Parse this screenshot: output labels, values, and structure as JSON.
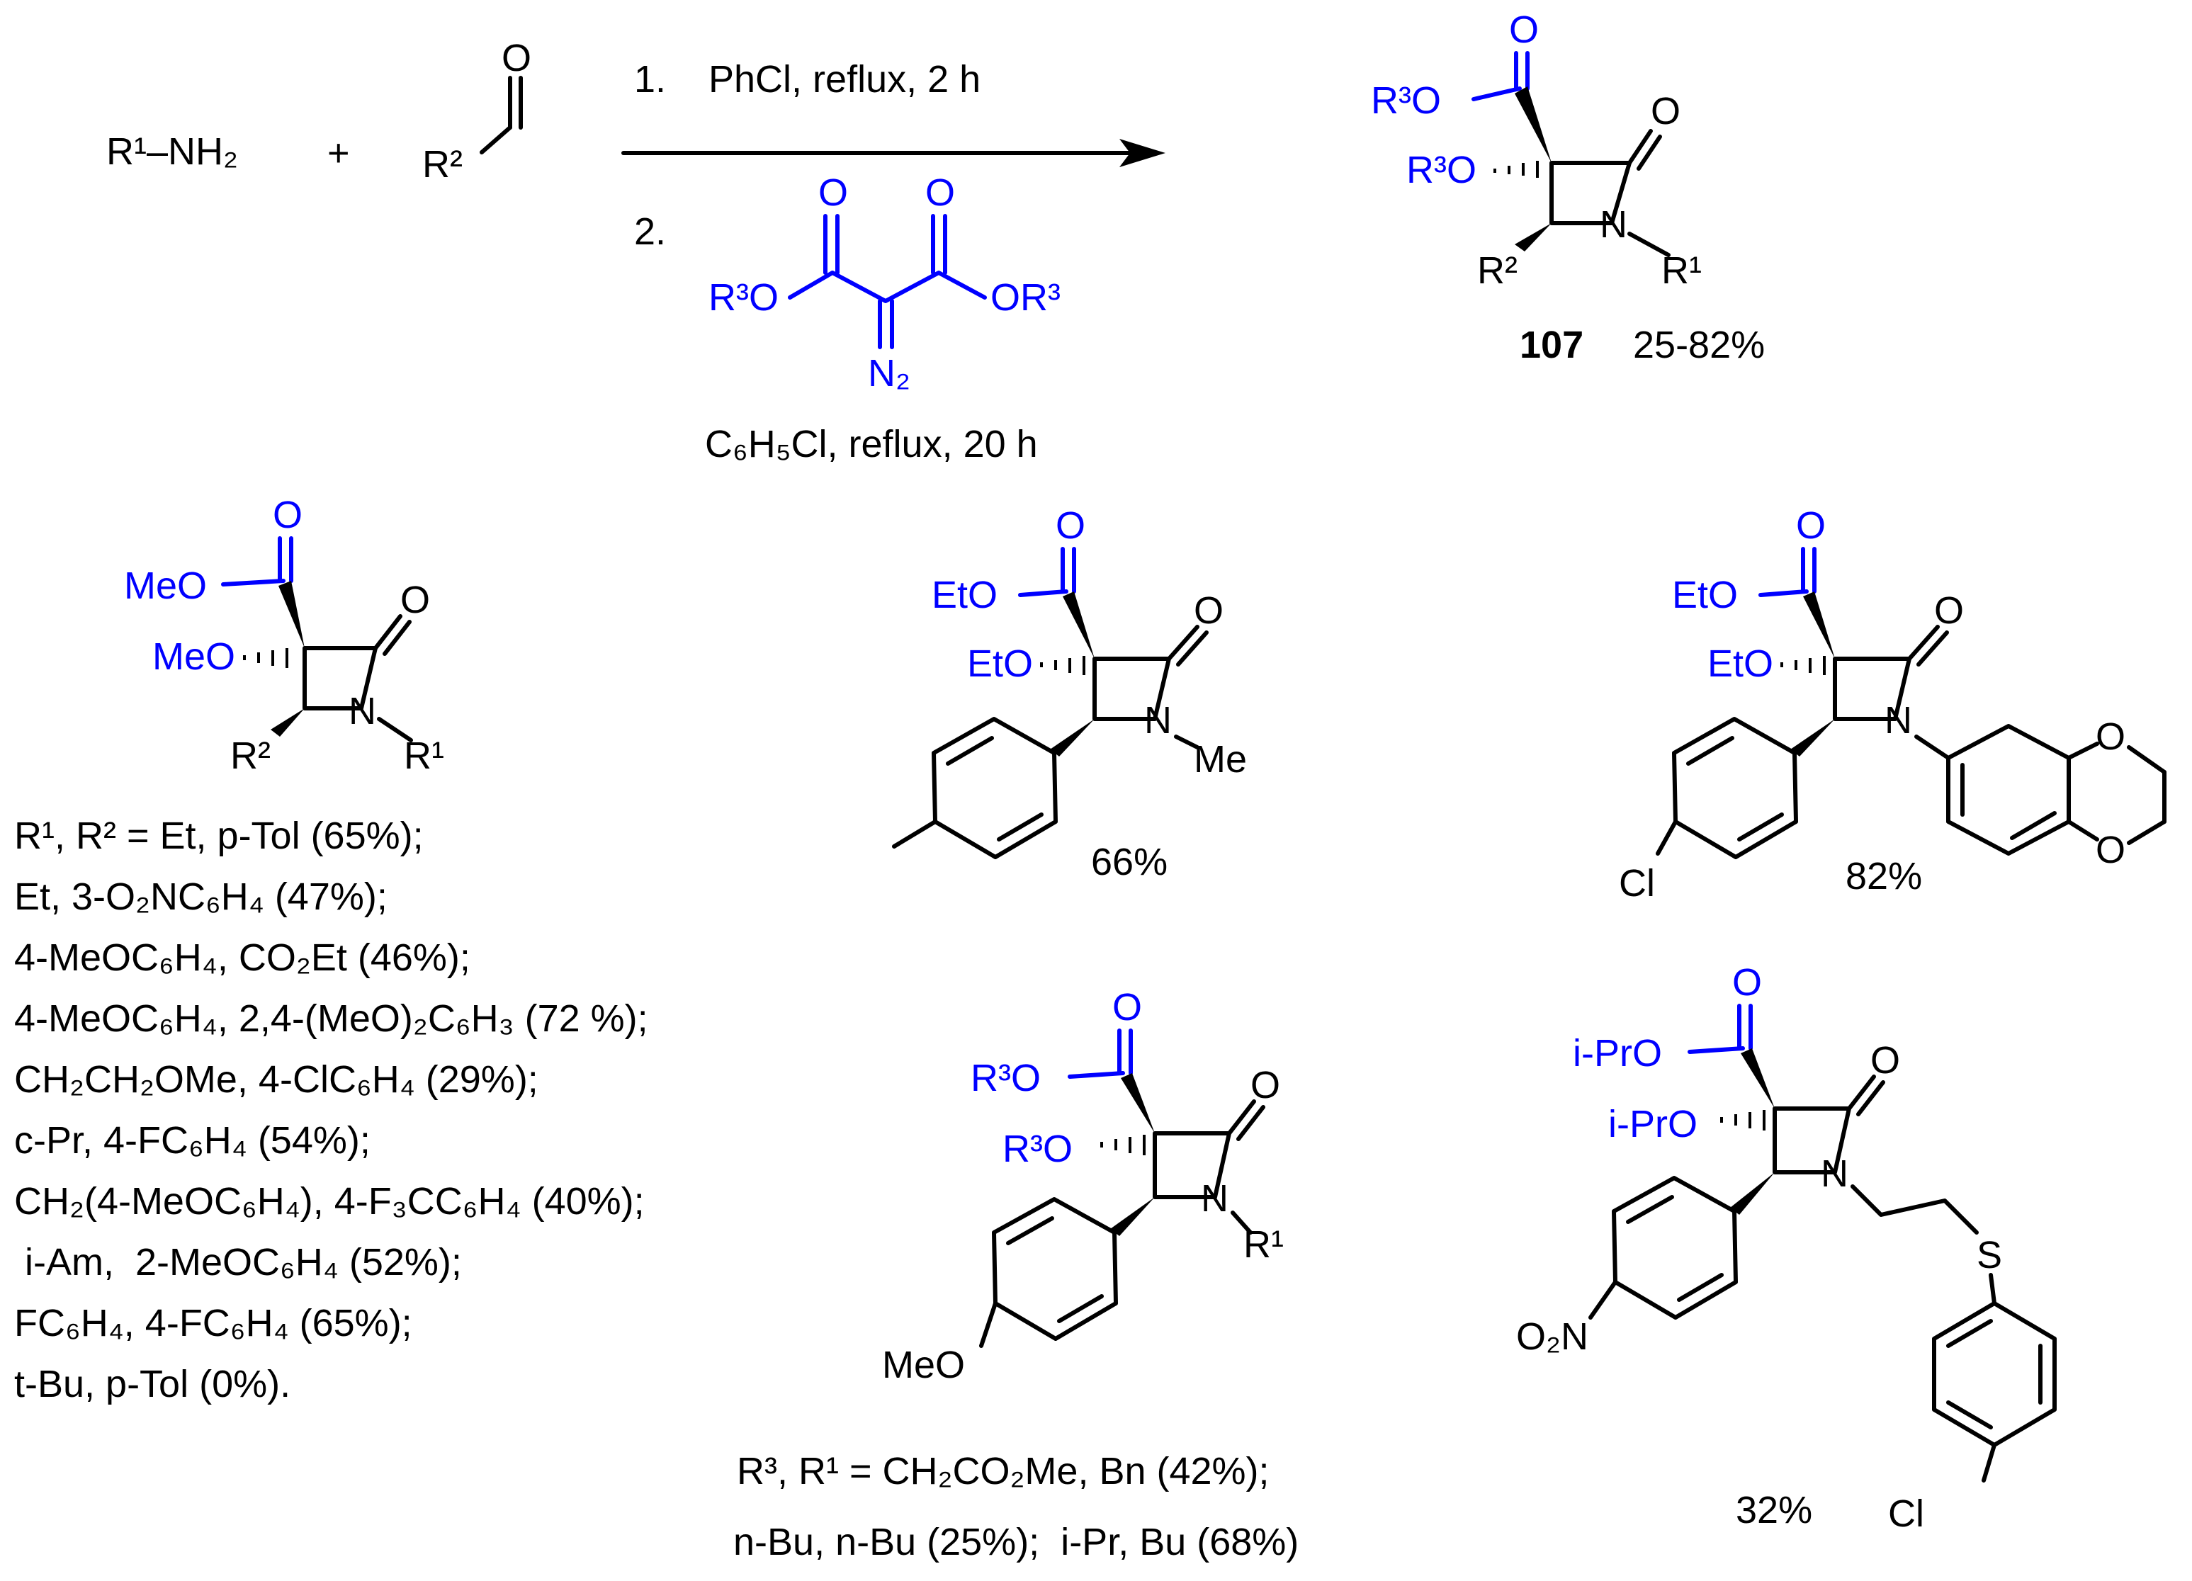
{
  "reaction": {
    "amine": "R¹–NH₂",
    "plus": "+",
    "aldehyde_r": "R²",
    "aldehyde_o": "O",
    "step1_num": "1.",
    "step1": "PhCl, reflux, 2 h",
    "step2_num": "2.",
    "diazo": {
      "o1": "O",
      "o2": "O",
      "ester_left": "R³O",
      "ester_right": "OR³",
      "n2": "N₂"
    },
    "step2_cond": "C₆H₅Cl, reflux, 20 h",
    "product": {
      "ester": "R³O",
      "ether": "R³O",
      "ring_o": "O",
      "carbonyl_o": "O",
      "n": "N",
      "r2": "R²",
      "r1": "R¹",
      "id": "107",
      "yield": "25-82%"
    }
  },
  "example1": {
    "ester": "MeO",
    "ether": "MeO",
    "ring_o": "O",
    "carbonyl_o": "O",
    "n": "N",
    "r2": "R²",
    "r1": "R¹",
    "entries": [
      "R¹, R² = Et,  p-Tol (65%);",
      "Et, 3-O₂NC₆H₄ (47%);",
      "4-MeOC₆H₄,  CO₂Et  (46%);",
      "4-MeOC₆H₄, 2,4-(MeO)₂C₆H₃ (72 %);",
      "CH₂CH₂OMe, 4-ClC₆H₄ (29%);",
      "c-Pr,  4-FC₆H₄ (54%);",
      "CH₂(4-MeOC₆H₄), 4-F₃CC₆H₄ (40%);",
      " i-Am,  2-MeOC₆H₄ (52%);",
      "FC₆H₄, 4-FC₆H₄ (65%);",
      "t-Bu,  p-Tol (0%)."
    ]
  },
  "example2": {
    "ester": "EtO",
    "ether": "EtO",
    "ring_o": "O",
    "carbonyl_o": "O",
    "n": "N",
    "me": "Me",
    "yield": "66%"
  },
  "example3": {
    "ester": "EtO",
    "ether": "EtO",
    "ring_o": "O",
    "carbonyl_o": "O",
    "n": "N",
    "o_a": "O",
    "o_b": "O",
    "cl": "Cl",
    "yield": "82%"
  },
  "example4": {
    "ester": "R³O",
    "ether": "R³O",
    "ring_o": "O",
    "carbonyl_o": "O",
    "n": "N",
    "r1": "R¹",
    "meo": "MeO",
    "line1": "R³, R¹ = CH₂CO₂Me, Bn (42%);",
    "line2": "n-Bu, n-Bu (25%);  i-Pr, Bu (68%)"
  },
  "example5": {
    "ester": "i-PrO",
    "ether": "i-PrO",
    "ring_o": "O",
    "carbonyl_o": "O",
    "n": "N",
    "s": "S",
    "no2": "O₂N",
    "cl": "Cl",
    "yield": "32%"
  },
  "colors": {
    "reagent": "#0000ff",
    "structure": "#000000"
  }
}
